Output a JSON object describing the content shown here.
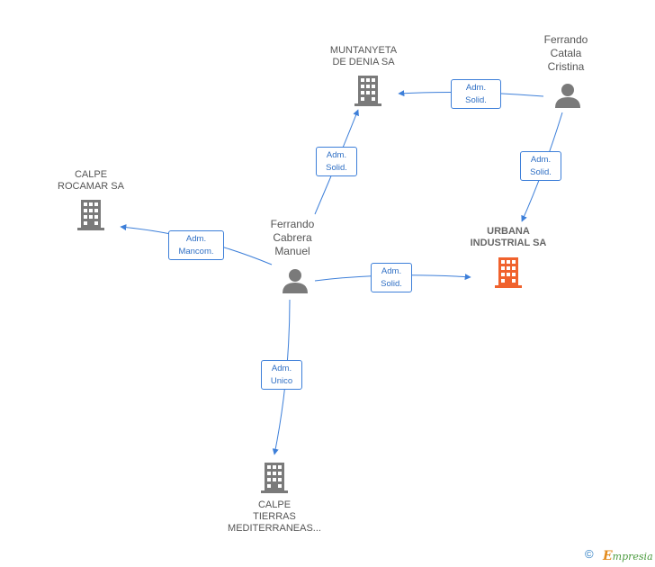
{
  "nodes": {
    "muntanyeta": {
      "label_lines": [
        "MUNTANYETA",
        "DE DENIA SA"
      ],
      "type": "company",
      "icon": "building-icon",
      "color": "#7a7a7a"
    },
    "ferrando_catala": {
      "label_lines": [
        "Ferrando",
        "Catala",
        "Cristina"
      ],
      "type": "person",
      "icon": "person-icon",
      "color": "#7a7a7a"
    },
    "calpe_rocamar": {
      "label_lines": [
        "CALPE",
        "ROCAMAR SA"
      ],
      "type": "company",
      "icon": "building-icon",
      "color": "#7a7a7a"
    },
    "ferrando_cabrera": {
      "label_lines": [
        "Ferrando",
        "Cabrera",
        "Manuel"
      ],
      "type": "person",
      "icon": "person-icon",
      "color": "#7a7a7a"
    },
    "urbana": {
      "label_lines": [
        "URBANA",
        "INDUSTRIAL SA"
      ],
      "type": "company",
      "icon": "building-icon",
      "color": "#f0622d",
      "highlighted": true
    },
    "calpe_tierras": {
      "label_lines": [
        "CALPE",
        "TIERRAS",
        "MEDITERRANEAS..."
      ],
      "type": "company",
      "icon": "building-icon",
      "color": "#7a7a7a"
    }
  },
  "edges": [
    {
      "from": "ferrando_catala",
      "to": "muntanyeta",
      "label_lines": [
        "Adm.",
        "Solid."
      ]
    },
    {
      "from": "ferrando_catala",
      "to": "urbana",
      "label_lines": [
        "Adm.",
        "Solid."
      ]
    },
    {
      "from": "ferrando_cabrera",
      "to": "muntanyeta",
      "label_lines": [
        "Adm.",
        "Solid."
      ]
    },
    {
      "from": "ferrando_cabrera",
      "to": "calpe_rocamar",
      "label_lines": [
        "Adm.",
        "Mancom."
      ]
    },
    {
      "from": "ferrando_cabrera",
      "to": "urbana",
      "label_lines": [
        "Adm.",
        "Solid."
      ]
    },
    {
      "from": "ferrando_cabrera",
      "to": "calpe_tierras",
      "label_lines": [
        "Adm.",
        "Unico"
      ]
    }
  ],
  "colors": {
    "edge": "#3d7fd9",
    "accent": "#f0622d"
  },
  "footer": {
    "copyright": "©",
    "brand_initial": "E",
    "brand_rest": "mpresia"
  }
}
